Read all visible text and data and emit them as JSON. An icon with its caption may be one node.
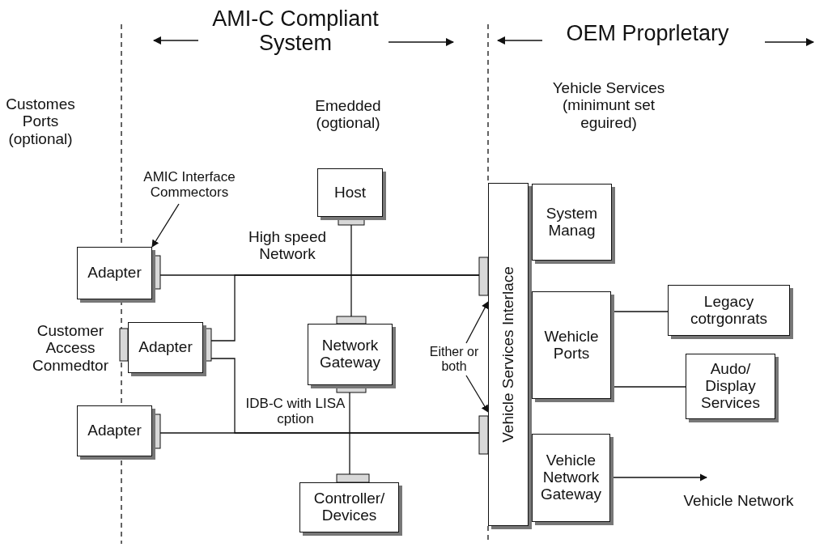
{
  "diagram": {
    "nodes": [
      {
        "text": [
          "Adapter"
        ]
      },
      {
        "text": [
          "Adapter"
        ]
      },
      {
        "text": [
          "Adapter"
        ]
      },
      {
        "text": [
          "Host"
        ]
      },
      {
        "text": [
          "Network Gateway"
        ]
      },
      {
        "text": [
          "Controller/ Devices"
        ]
      },
      {
        "text": [
          "Vehicle Services Interlace"
        ]
      },
      {
        "text": [
          "System Manag"
        ]
      },
      {
        "text": [
          "Wehicle Ports"
        ]
      },
      {
        "text": [
          "Vehicle Network Gateway"
        ]
      },
      {
        "text": [
          "Legacy cotrgonrats"
        ]
      },
      {
        "text": [
          "Audo/ Display Services"
        ]
      },
      {
        "text": [
          "AMIC Interface Commectors"
        ]
      },
      {
        "text": [
          "Either or both"
        ]
      }
    ],
    "edges": [
      {
        "from": 0,
        "to": 6,
        "arrow": "none"
      },
      {
        "from": 1,
        "to": 6,
        "arrow": "none"
      },
      {
        "from": 1,
        "to": 6,
        "arrow": "none"
      },
      {
        "from": 2,
        "to": 6,
        "arrow": "none"
      },
      {
        "from": 3,
        "to": 4,
        "arrow": "none"
      },
      {
        "from": 4,
        "to": 5,
        "arrow": "none"
      },
      {
        "from": 8,
        "to": 10,
        "arrow": "none"
      },
      {
        "from": 8,
        "to": 11,
        "arrow": "none"
      },
      {
        "from": 9,
        "to": null,
        "arrow": "to"
      },
      {
        "from": 12,
        "to": 0,
        "arrow": "to"
      },
      {
        "from": 13,
        "to": 6,
        "arrow": "to"
      },
      {
        "from": 13,
        "to": 6,
        "arrow": "to"
      }
    ],
    "labels": [
      "AMI-C Compliant System",
      "OEM Proprletary",
      "Customes Ports (optional)",
      "Emedded (ogtional)",
      "Yehicle Services (minimunt set eguired)",
      "High speed Network",
      "Customer Access Conmedtor",
      "IDB-C with LISA cption",
      "Vehicle Network"
    ]
  }
}
